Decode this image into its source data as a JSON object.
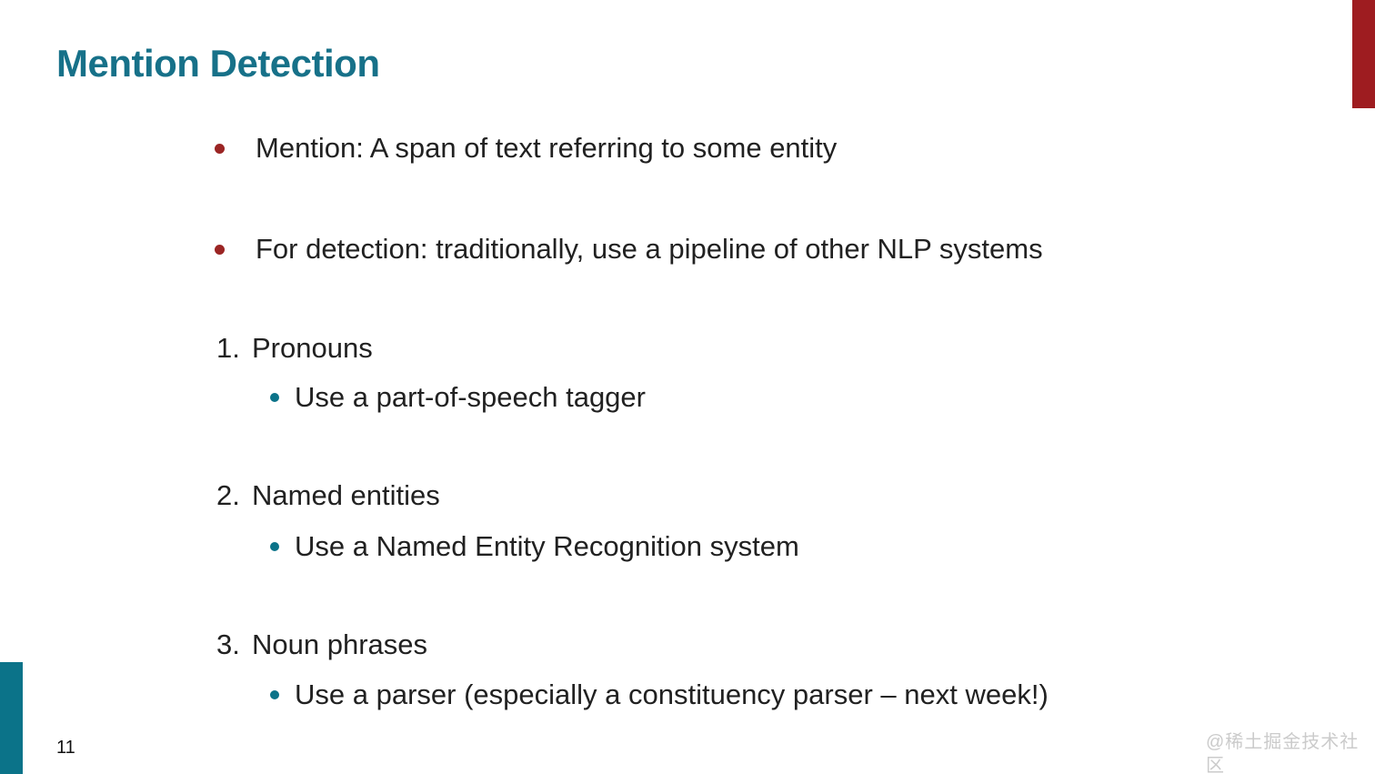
{
  "slide": {
    "title": "Mention Detection",
    "bullets": [
      "Mention: A span of text referring to some entity",
      "For detection: traditionally, use a pipeline of other NLP systems"
    ],
    "items": [
      {
        "number": "1.",
        "label": "Pronouns",
        "sub": "Use a part-of-speech tagger"
      },
      {
        "number": "2.",
        "label": "Named entities",
        "sub": "Use a Named Entity Recognition system"
      },
      {
        "number": "3.",
        "label": "Noun phrases",
        "sub": "Use a parser (especially a constituency parser – next week!)"
      }
    ],
    "page_number": "11",
    "watermark": "@稀土掘金技术社区",
    "colors": {
      "title": "#177189",
      "accent_teal": "#0b7389",
      "accent_red_bar": "#9e1c20",
      "bullet_red": "#9b2524",
      "body_text": "#212121",
      "watermark": "#cbcbcb"
    }
  }
}
